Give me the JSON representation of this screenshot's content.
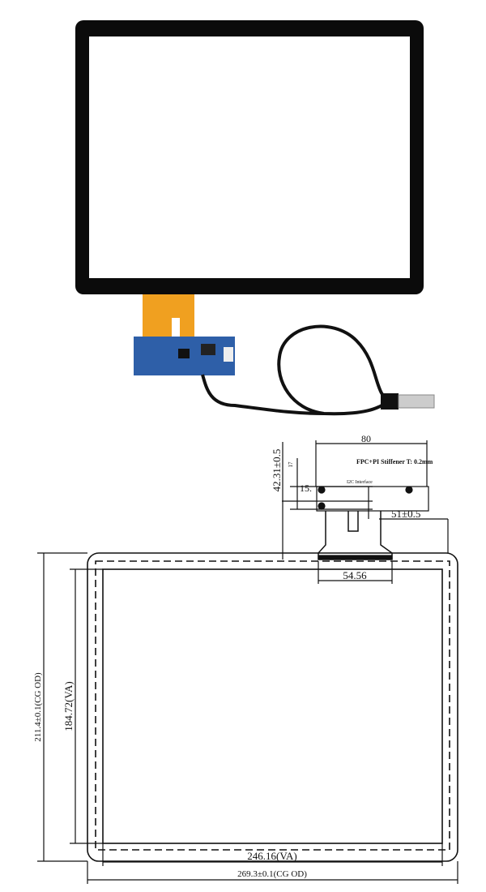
{
  "photo": {
    "bezel_color": "#0b0b0b",
    "fpc_color": "#f0a020",
    "pcb_color": "#2e5fa8",
    "cable_color": "#111111"
  },
  "drawing": {
    "dim_top_width": "80",
    "stiffener_note": "FPC+PI Stiffener T: 0.2mm",
    "interface_label": "I2C Interface",
    "dim_tail_height": "42.31±0.5",
    "dim_small": "17",
    "dim_15": "15.",
    "dim_offset": "51±0.5",
    "dim_fpc_width": "54.56",
    "dim_va_height": "184.72(VA)",
    "dim_od_height": "211.4±0.1(CG OD)",
    "dim_va_width": "246.16(VA)",
    "dim_od_width": "269.3±0.1(CG OD)"
  }
}
